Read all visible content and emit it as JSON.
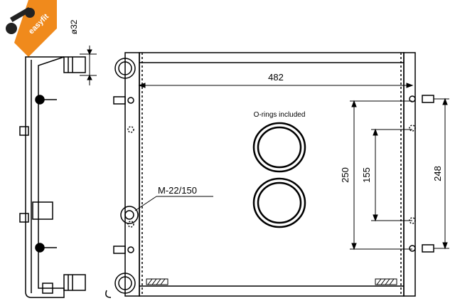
{
  "brand": {
    "logo_text": "easyfit",
    "logo_color": "#f08a1c"
  },
  "labels": {
    "pipe_diameter": "ø32",
    "width": "482",
    "o_rings": "O-rings included",
    "thread": "M-22/150",
    "dim_250": "250",
    "dim_155": "155",
    "dim_248": "248"
  }
}
